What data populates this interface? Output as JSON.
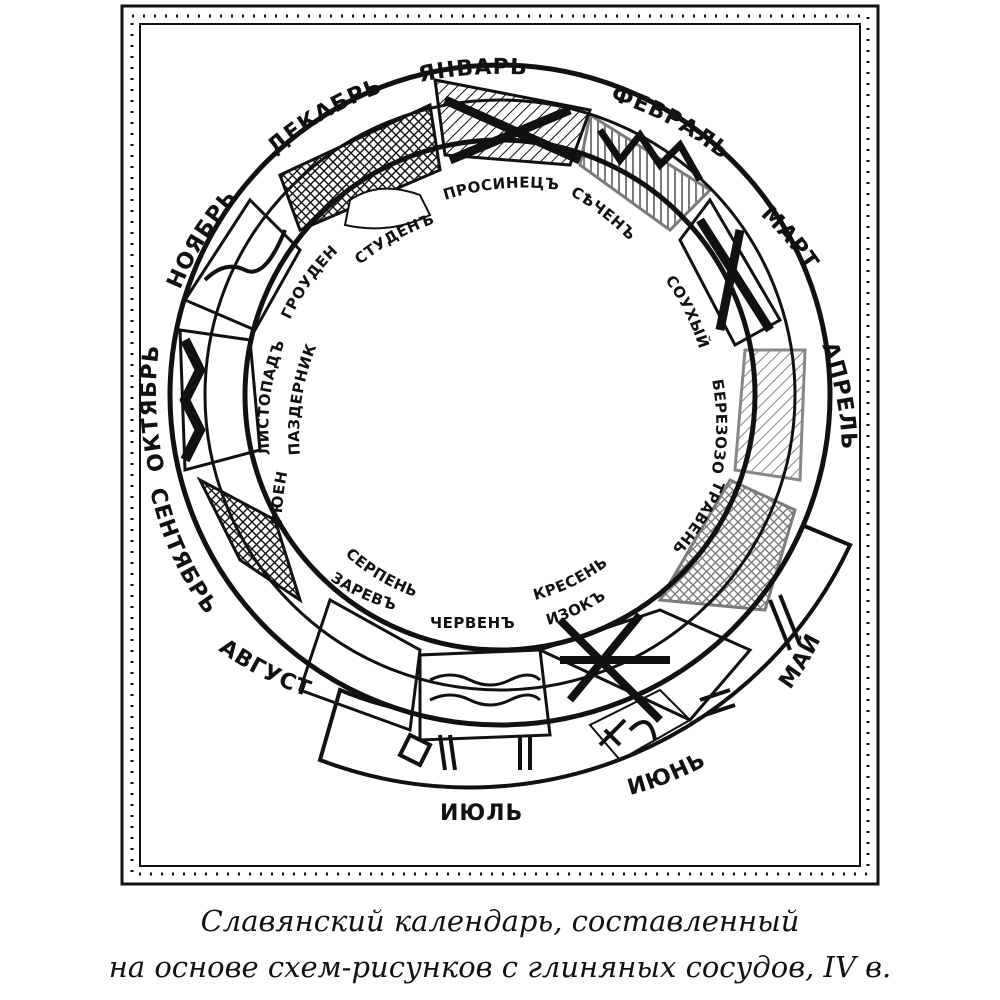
{
  "outer_months": [
    "ЯНВАРЬ",
    "ФЕВРАЛЬ",
    "МАРТ",
    "АПРЕЛЬ",
    "МАЙ",
    "ИЮНЬ",
    "ИЮЛЬ",
    "АВГУСТ",
    "СЕНТЯБРЬ",
    "ОКТЯБРЬ",
    "НОЯБРЬ",
    "ДЕКАБРЬ"
  ],
  "inner_names": [
    "ПРОСИНЕЦЪ",
    "СѢЧЕНЪ",
    "СОУХЫЙ",
    "БЕРЕЗОЗОЛЪ",
    "ТРАВЕНЬ",
    "КРЕСЕНЬ",
    "ИЗОКЪ",
    "ЧЕРВЕНЪ",
    "СЕРПЕНЬ",
    "ЗАРЕВЪ",
    "РЮЕНЪ",
    "ЛИСТОПАДЪ",
    "ГРОУДЕНЬ",
    "ПАЗДЕРНИК",
    "СТУДЕНЪ"
  ],
  "caption": {
    "line1": "Славянский календарь, составленный",
    "line2": "на основе схем-рисунков с глиняных сосудов, IV в."
  }
}
